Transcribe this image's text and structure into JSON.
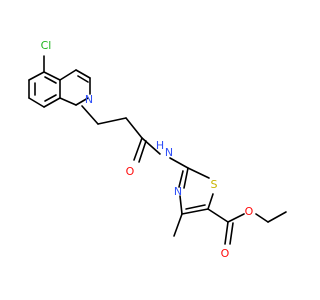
{
  "molecule": {
    "atoms": [
      {
        "id": "cl",
        "label": "Cl",
        "element": "Cl"
      },
      {
        "id": "n_indole",
        "label": "N",
        "element": "N"
      },
      {
        "id": "nh_amide",
        "label": "H",
        "element": "N"
      },
      {
        "id": "n_amide_atom",
        "label": "N",
        "element": "N"
      },
      {
        "id": "o_carbonyl",
        "label": "O",
        "element": "O"
      },
      {
        "id": "n_thiazole",
        "label": "N",
        "element": "N"
      },
      {
        "id": "s_thiazole",
        "label": "S",
        "element": "S"
      },
      {
        "id": "o_ester_double",
        "label": "O",
        "element": "O"
      },
      {
        "id": "o_ester_single",
        "label": "O",
        "element": "O"
      }
    ]
  },
  "colors": {
    "bond": "#000000",
    "nitrogen": "#3050F8",
    "oxygen": "#FF0D0D",
    "sulfur": "#C8B400",
    "chlorine": "#1FB51F",
    "background": "#FFFFFF"
  }
}
